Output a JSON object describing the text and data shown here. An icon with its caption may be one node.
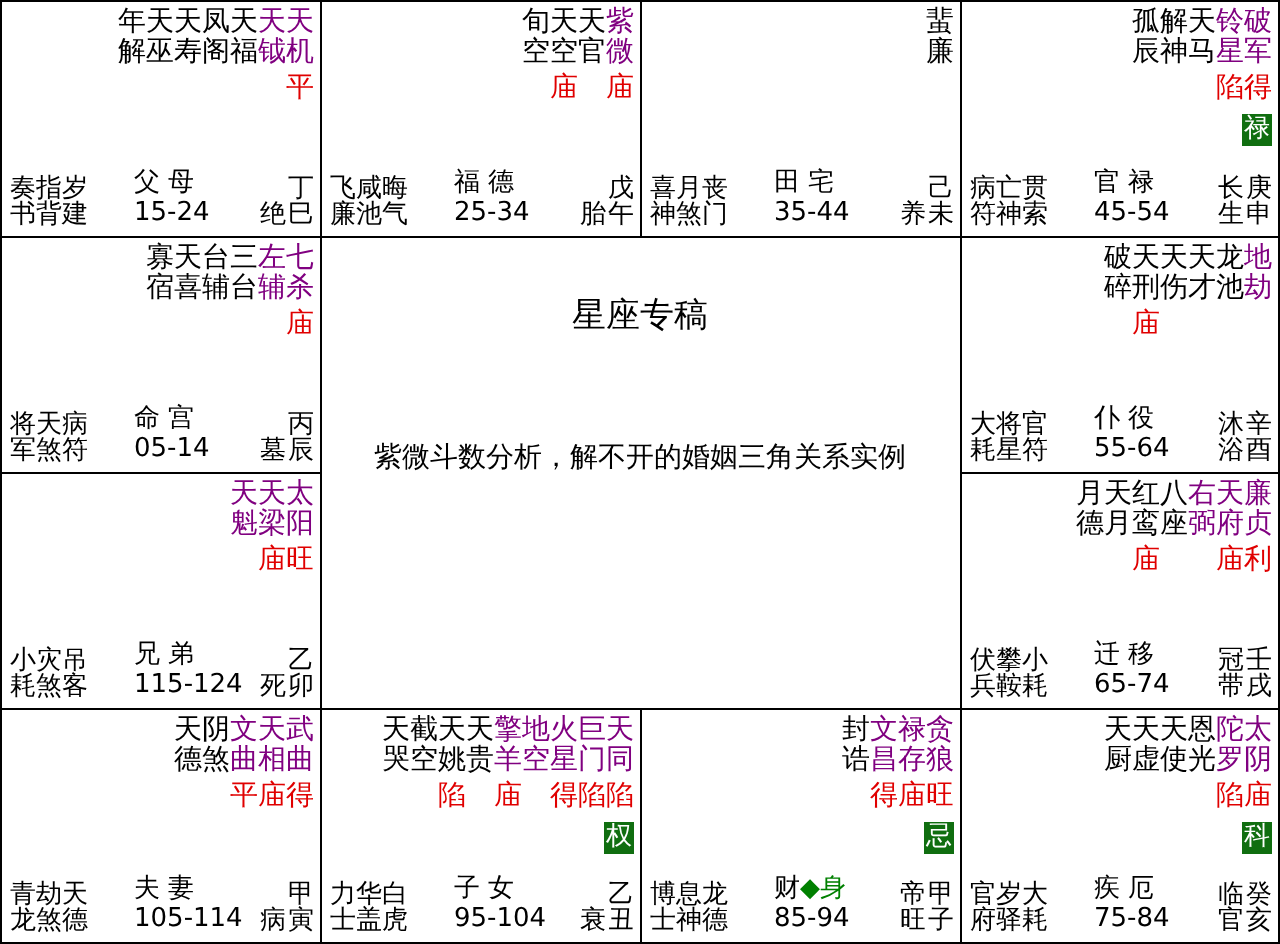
{
  "diagram": {
    "nodes": [
      {
        "text": [
          "年解",
          "天巫",
          "天寿",
          "凤阁",
          "天福",
          "天钺",
          "天机",
          "平",
          "奏书",
          "指背",
          "岁建",
          "父 母",
          "15-24",
          "绝",
          "丁巳"
        ]
      },
      {
        "text": [
          "旬空",
          "天空",
          "天官",
          "紫微",
          "庙　庙",
          "飞廉",
          "咸池",
          "晦气",
          "福 德",
          "25-34",
          "胎",
          "戊午"
        ]
      },
      {
        "text": [
          "蜚廉",
          "喜神",
          "月煞",
          "丧门",
          "田 宅",
          "35-44",
          "养",
          "己未"
        ]
      },
      {
        "text": [
          "孤辰",
          "解神",
          "天马",
          "铃星",
          "破军",
          "陷得",
          "禄",
          "病符",
          "亡神",
          "贯索",
          "官 禄",
          "45-54",
          "长生",
          "庚申"
        ]
      },
      {
        "text": [
          "寡宿",
          "天喜",
          "台辅",
          "三台",
          "左辅",
          "七杀",
          "庙",
          "将军",
          "天煞",
          "病符",
          "命 宫",
          "05-14",
          "墓",
          "丙辰"
        ]
      },
      {
        "text": [
          "破碎",
          "天刑",
          "天伤",
          "天才",
          "龙池",
          "地劫",
          "庙　　　　",
          "大耗",
          "将星",
          "官符",
          "仆 役",
          "55-64",
          "沐浴",
          "辛酉"
        ]
      },
      {
        "text": [
          "天魁",
          "天梁",
          "太阳",
          "庙旺",
          "小耗",
          "灾煞",
          "吊客",
          "兄 弟",
          "115-124",
          "死",
          "乙卯"
        ]
      },
      {
        "text": [
          "月德",
          "天月",
          "红鸾",
          "八座",
          "右弼",
          "天府",
          "廉贞",
          "庙　　庙利",
          "伏兵",
          "攀鞍",
          "小耗",
          "迁 移",
          "65-74",
          "冠带",
          "壬戌"
        ]
      },
      {
        "text": [
          "天德",
          "阴煞",
          "文曲",
          "天相",
          "武曲",
          "平庙得",
          "青龙",
          "劫煞",
          "天德",
          "夫 妻",
          "105-114",
          "病",
          "甲寅"
        ]
      },
      {
        "text": [
          "天哭",
          "截空",
          "天姚",
          "天贵",
          "擎羊",
          "地空",
          "火星",
          "巨门",
          "天同",
          "陷　庙　得陷陷",
          "权",
          "力士",
          "华盖",
          "白虎",
          "子 女",
          "95-104",
          "衰",
          "乙丑"
        ]
      },
      {
        "text": [
          "封诰",
          "文昌",
          "禄存",
          "贪狼",
          "得庙旺",
          "忌",
          "博士",
          "息神",
          "龙德",
          "财",
          "◆身",
          "85-94",
          "帝旺",
          "甲子"
        ]
      },
      {
        "text": [
          "天厨",
          "天虚",
          "天使",
          "恩光",
          "陀罗",
          "太阴",
          "陷庙",
          "科",
          "官府",
          "岁驿",
          "大耗",
          "疾 厄",
          "75-84",
          "临官",
          "癸亥"
        ]
      }
    ],
    "labels": [
      "星座专稿",
      "紫微斗数分析，解不开的婚姻三角关系实例"
    ]
  }
}
